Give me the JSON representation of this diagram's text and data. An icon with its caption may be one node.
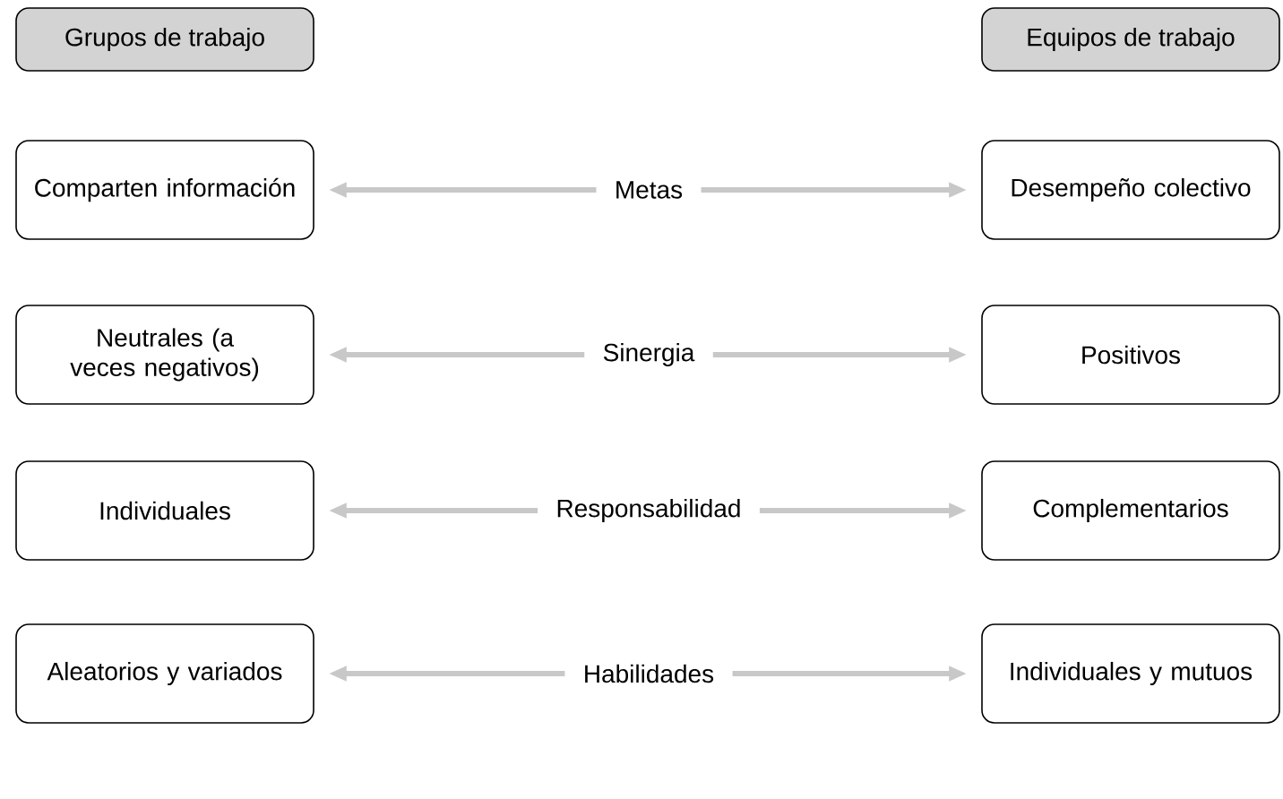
{
  "diagram": {
    "nodes": [
      {
        "text": [
          "Grupos de trabajo"
        ]
      },
      {
        "text": [
          "Equipos de trabajo"
        ]
      },
      {
        "text": [
          "Comparten información"
        ]
      },
      {
        "text": [
          "Metas"
        ]
      },
      {
        "text": [
          "Desempeño colectivo"
        ]
      },
      {
        "text": [
          "Neutrales (a veces negativos)"
        ]
      },
      {
        "text": [
          "Sinergia"
        ]
      },
      {
        "text": [
          "Positivos"
        ]
      },
      {
        "text": [
          "Individuales"
        ]
      },
      {
        "text": [
          "Responsabilidad"
        ]
      },
      {
        "text": [
          "Complementarios"
        ]
      },
      {
        "text": [
          "Aleatorios y variados"
        ]
      },
      {
        "text": [
          "Habilidades"
        ]
      },
      {
        "text": [
          "Individuales y mutuos"
        ]
      }
    ],
    "edges": [
      {
        "from": 3,
        "to": 2,
        "arrow": "to"
      },
      {
        "from": 3,
        "to": 4,
        "arrow": "to"
      },
      {
        "from": 6,
        "to": 5,
        "arrow": "to"
      },
      {
        "from": 6,
        "to": 7,
        "arrow": "to"
      },
      {
        "from": 9,
        "to": 8,
        "arrow": "to"
      },
      {
        "from": 9,
        "to": 10,
        "arrow": "to"
      },
      {
        "from": 12,
        "to": 11,
        "arrow": "to"
      },
      {
        "from": 12,
        "to": 13,
        "arrow": "to"
      }
    ]
  }
}
